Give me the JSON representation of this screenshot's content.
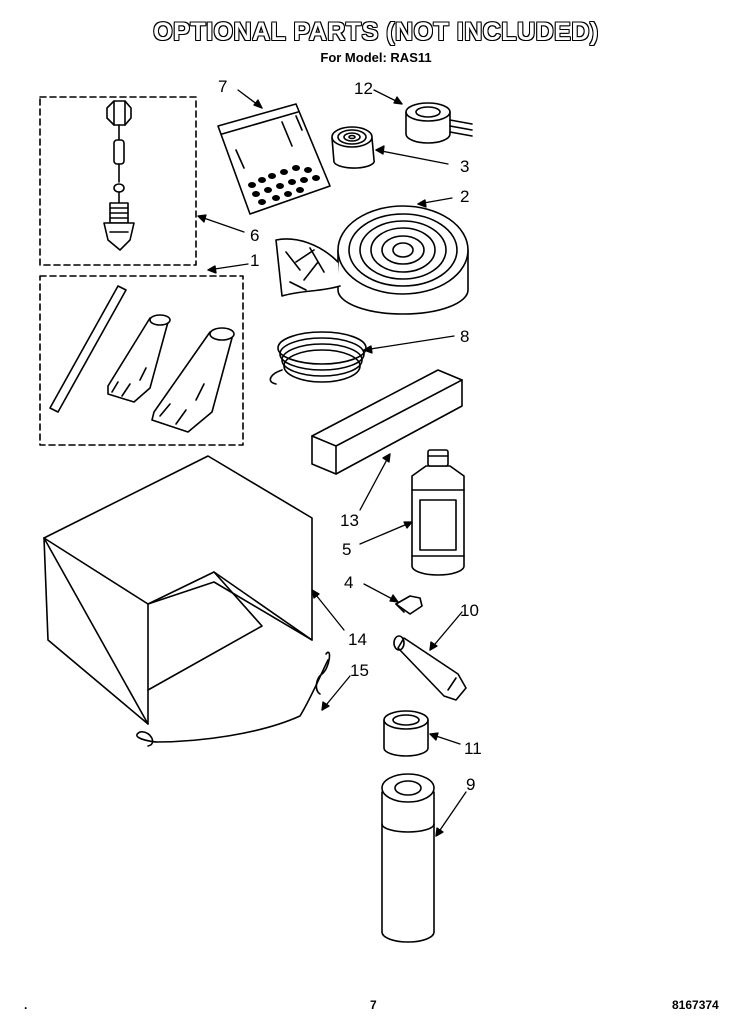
{
  "header": {
    "title": "OPTIONAL PARTS (NOT INCLUDED)",
    "subtitle": "For Model: RAS11"
  },
  "callouts": [
    "1",
    "2",
    "3",
    "4",
    "5",
    "6",
    "7",
    "8",
    "9",
    "10",
    "11",
    "12",
    "13",
    "14",
    "15"
  ],
  "footer": {
    "dot": ".",
    "page_number": "7",
    "doc_number": "8167374"
  }
}
